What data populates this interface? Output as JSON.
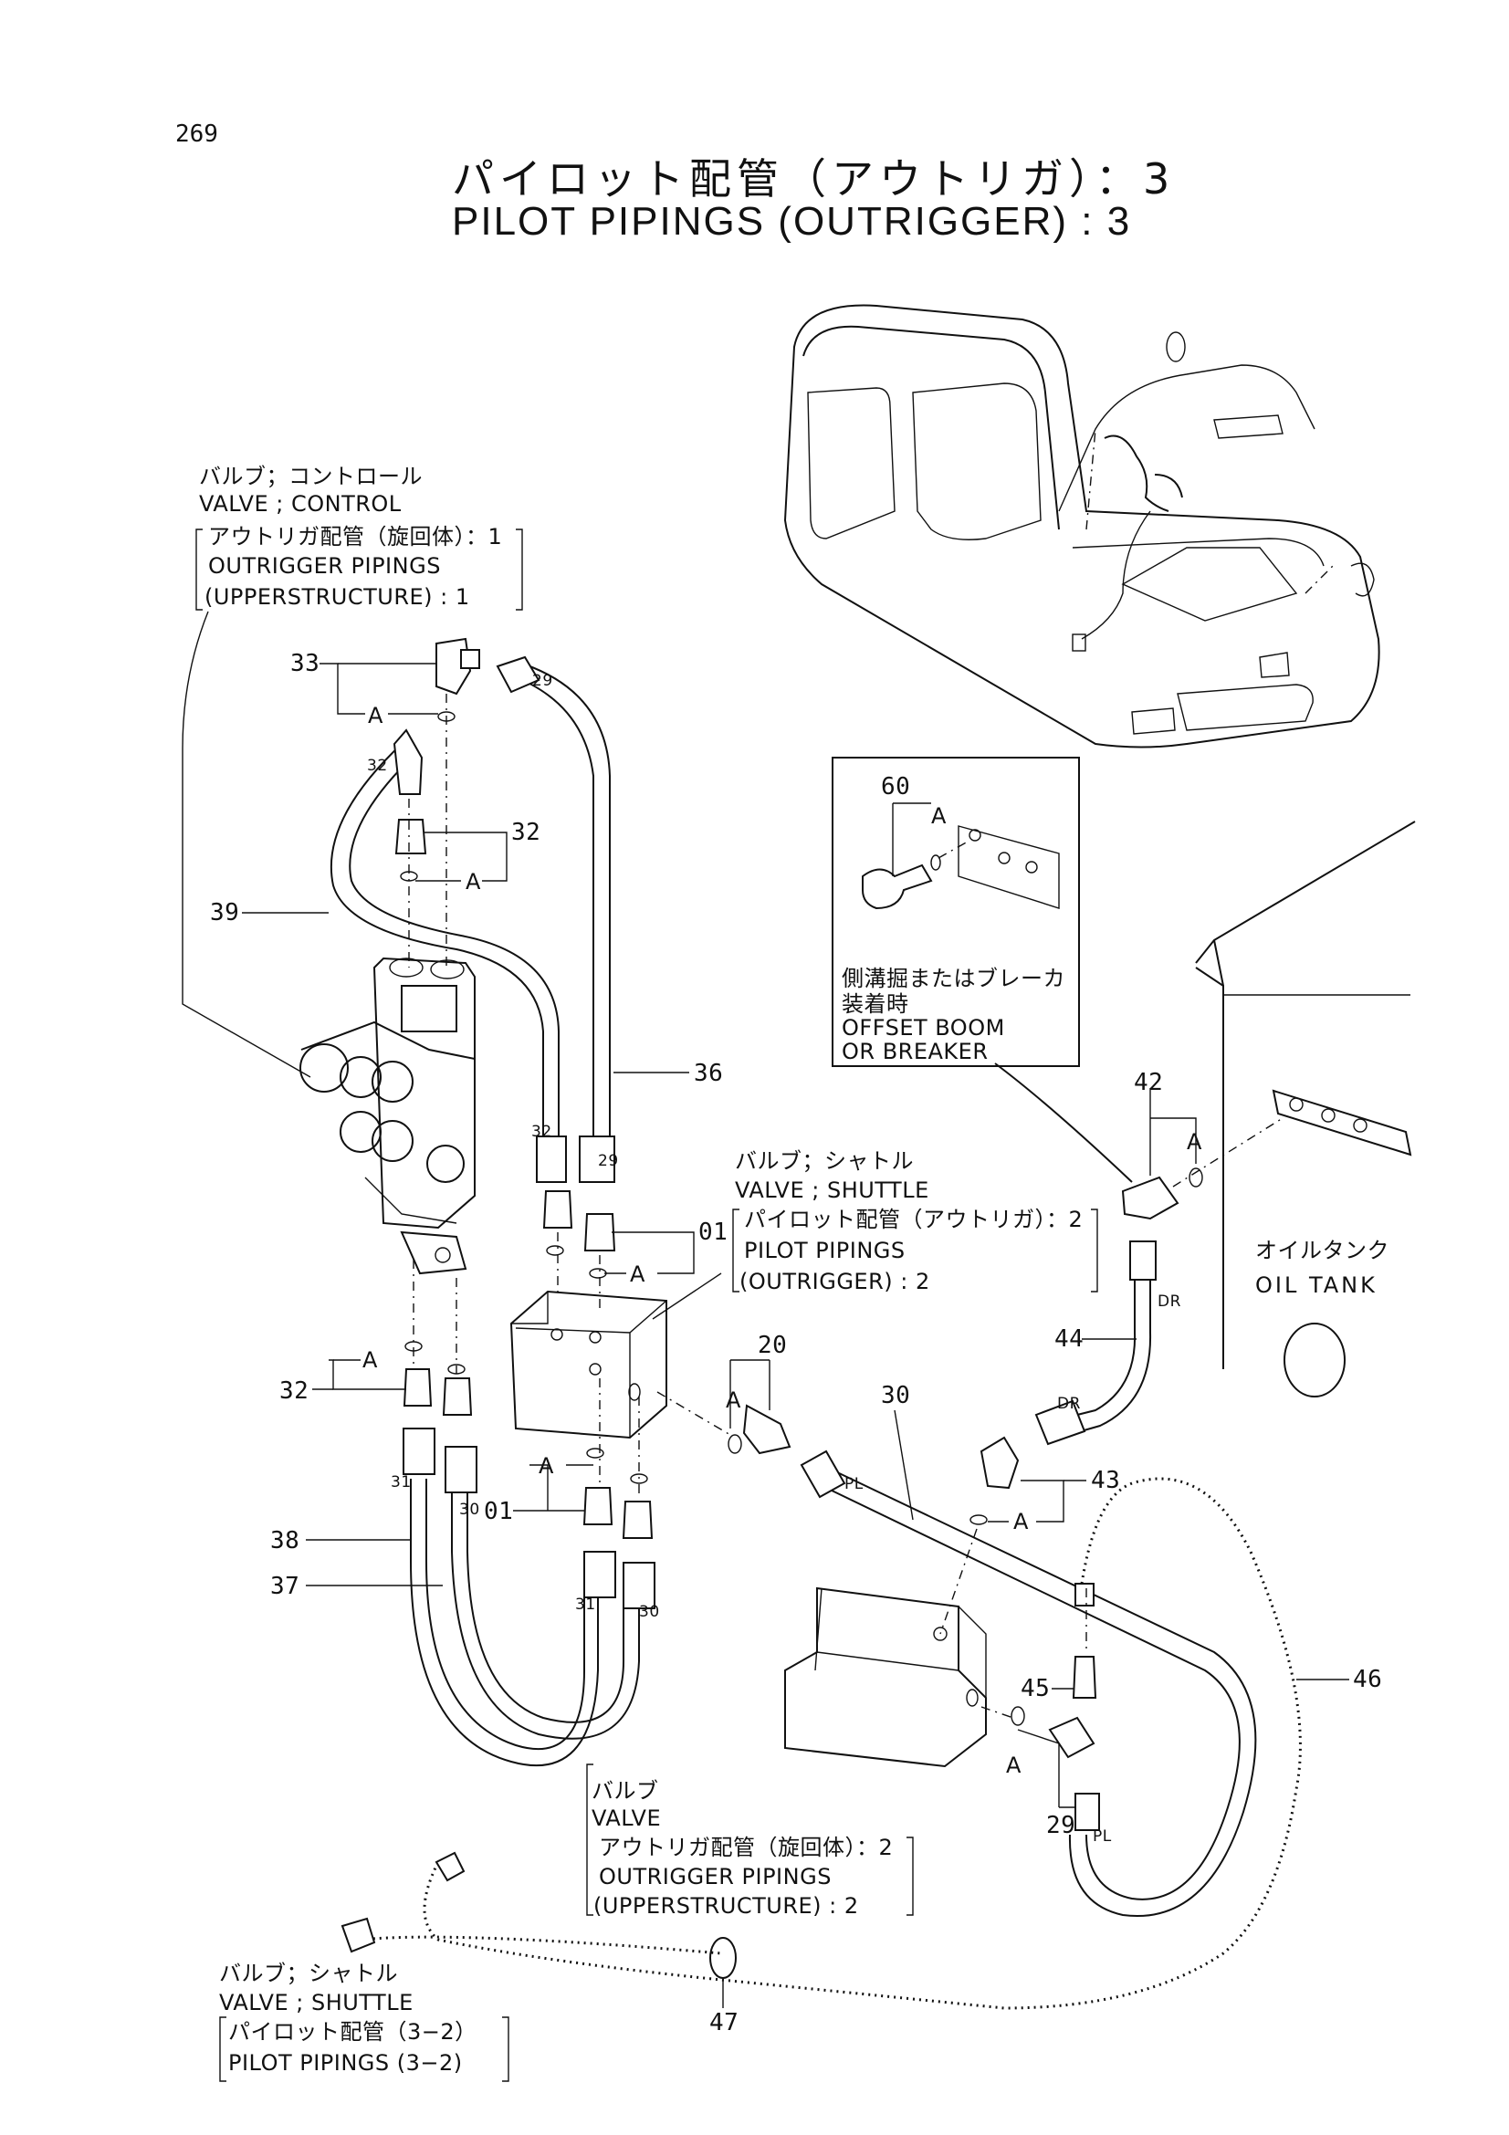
{
  "page_number": "269",
  "title_jp": "パイロット配管（アウトリガ）：3",
  "title_en": "PILOT PIPINGS (OUTRIGGER) : 3",
  "notes": {
    "control_valve": [
      "バルブ；コントロール",
      "VALVE ; CONTROL",
      "アウトリガ配管（旋回体）：1",
      "OUTRIGGER PIPINGS",
      "(UPPERSTRUCTURE) : 1"
    ],
    "shuttle_valve_1": [
      "バルブ；シャトル",
      "VALVE ; SHUTTLE",
      "パイロット配管（アウトリガ）：2",
      "PILOT PIPINGS",
      "(OUTRIGGER) : 2"
    ],
    "valve_2": [
      "バルブ",
      "VALVE",
      "アウトリガ配管（旋回体）：2",
      "OUTRIGGER PIPINGS",
      "(UPPERSTRUCTURE) : 2"
    ],
    "shuttle_valve_2": [
      "バルブ；シャトル",
      "VALVE ; SHUTTLE",
      "パイロット配管（3−2）",
      "PILOT PIPINGS (3−2)"
    ],
    "offset_boom": [
      "側溝掘またはブレーカ",
      "装着時",
      "OFFSET BOOM",
      "OR BREAKER"
    ],
    "oil_tank": [
      "オイルタンク",
      "OIL TANK"
    ]
  },
  "callouts": {
    "c33": "33",
    "c32a": "32",
    "c39": "39",
    "c36": "36",
    "c01a": "01",
    "c32b": "32",
    "c38": "38",
    "c37": "37",
    "c01b": "01",
    "c20": "20",
    "c30": "30",
    "c60": "60",
    "c42": "42",
    "c44": "44",
    "c43": "43",
    "c45": "45",
    "c46": "46",
    "c29": "29",
    "c47": "47"
  },
  "small_labels": {
    "a": "A",
    "s29": "29",
    "s32": "32",
    "s31": "31",
    "s30": "30",
    "pl": "PL",
    "dr": "DR"
  }
}
